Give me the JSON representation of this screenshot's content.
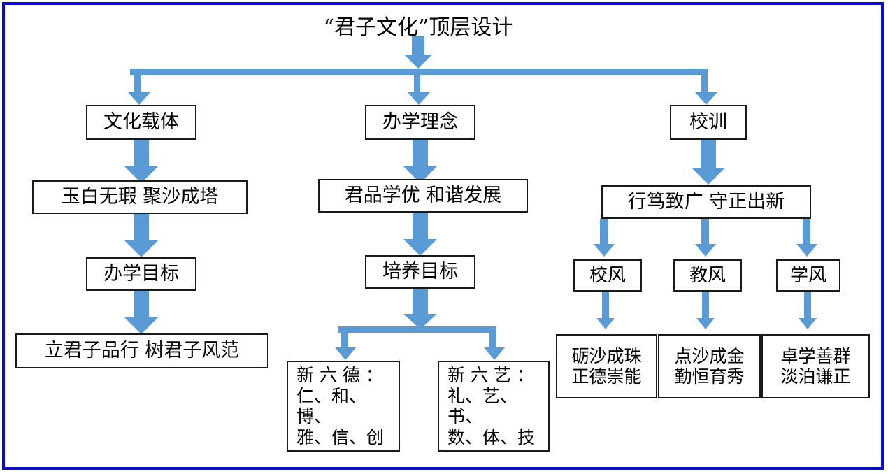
{
  "page": {
    "title": "“君子文化”顶层设计",
    "frame_color": "#0b0bcc",
    "connector_color": "#5b9bd5",
    "box_border_color": "#1a1a1a",
    "background": "#ffffff"
  },
  "diagram": {
    "type": "hierarchy-flowchart",
    "root": "“君子文化”顶层设计",
    "branches": [
      {
        "key": "culture-carrier",
        "level1": "文化载体",
        "level2": "玉白无瑕   聚沙成塔",
        "level3": "办学目标",
        "level4": "立君子品行   树君子风范"
      },
      {
        "key": "school-philosophy",
        "level1": "办学理念",
        "level2": "君品学优   和谐发展",
        "level3": "培养目标",
        "leaves": [
          "新 六 德 ：\n仁、和、博、\n雅、信、创",
          "新 六 艺 ：\n礼、艺、书、\n数、体、技"
        ]
      },
      {
        "key": "school-motto",
        "level1": "校训",
        "level2": "行笃致广   守正出新",
        "sub": [
          {
            "label": "校风",
            "text": "砺沙成珠\n正德崇能"
          },
          {
            "label": "教风",
            "text": "点沙成金\n勤恒育秀"
          },
          {
            "label": "学风",
            "text": "卓学善群\n淡泊谦正"
          }
        ]
      }
    ]
  },
  "nodes": {
    "root_title": "“君子文化”顶层设计",
    "culture_carrier": "文化载体",
    "jade_pure": "玉白无瑕   聚沙成塔",
    "school_goal": "办学目标",
    "junzi_conduct": "立君子品行   树君子风范",
    "school_philosophy": "办学理念",
    "junpin_xueyou": "君品学优   和谐发展",
    "cultivation_goal": "培养目标",
    "new_six_virtues": "新 六 德 ：\n仁、和、博、\n雅、信、创",
    "new_six_arts": "新 六 艺 ：\n礼、艺、书、\n数、体、技",
    "school_motto": "校训",
    "xingdu_zhiguang": "行笃致广   守正出新",
    "school_spirit_label": "校风",
    "school_spirit_text": "砺沙成珠\n正德崇能",
    "teaching_spirit_label": "教风",
    "teaching_spirit_text": "点沙成金\n勤恒育秀",
    "study_spirit_label": "学风",
    "study_spirit_text": "卓学善群\n淡泊谦正"
  }
}
